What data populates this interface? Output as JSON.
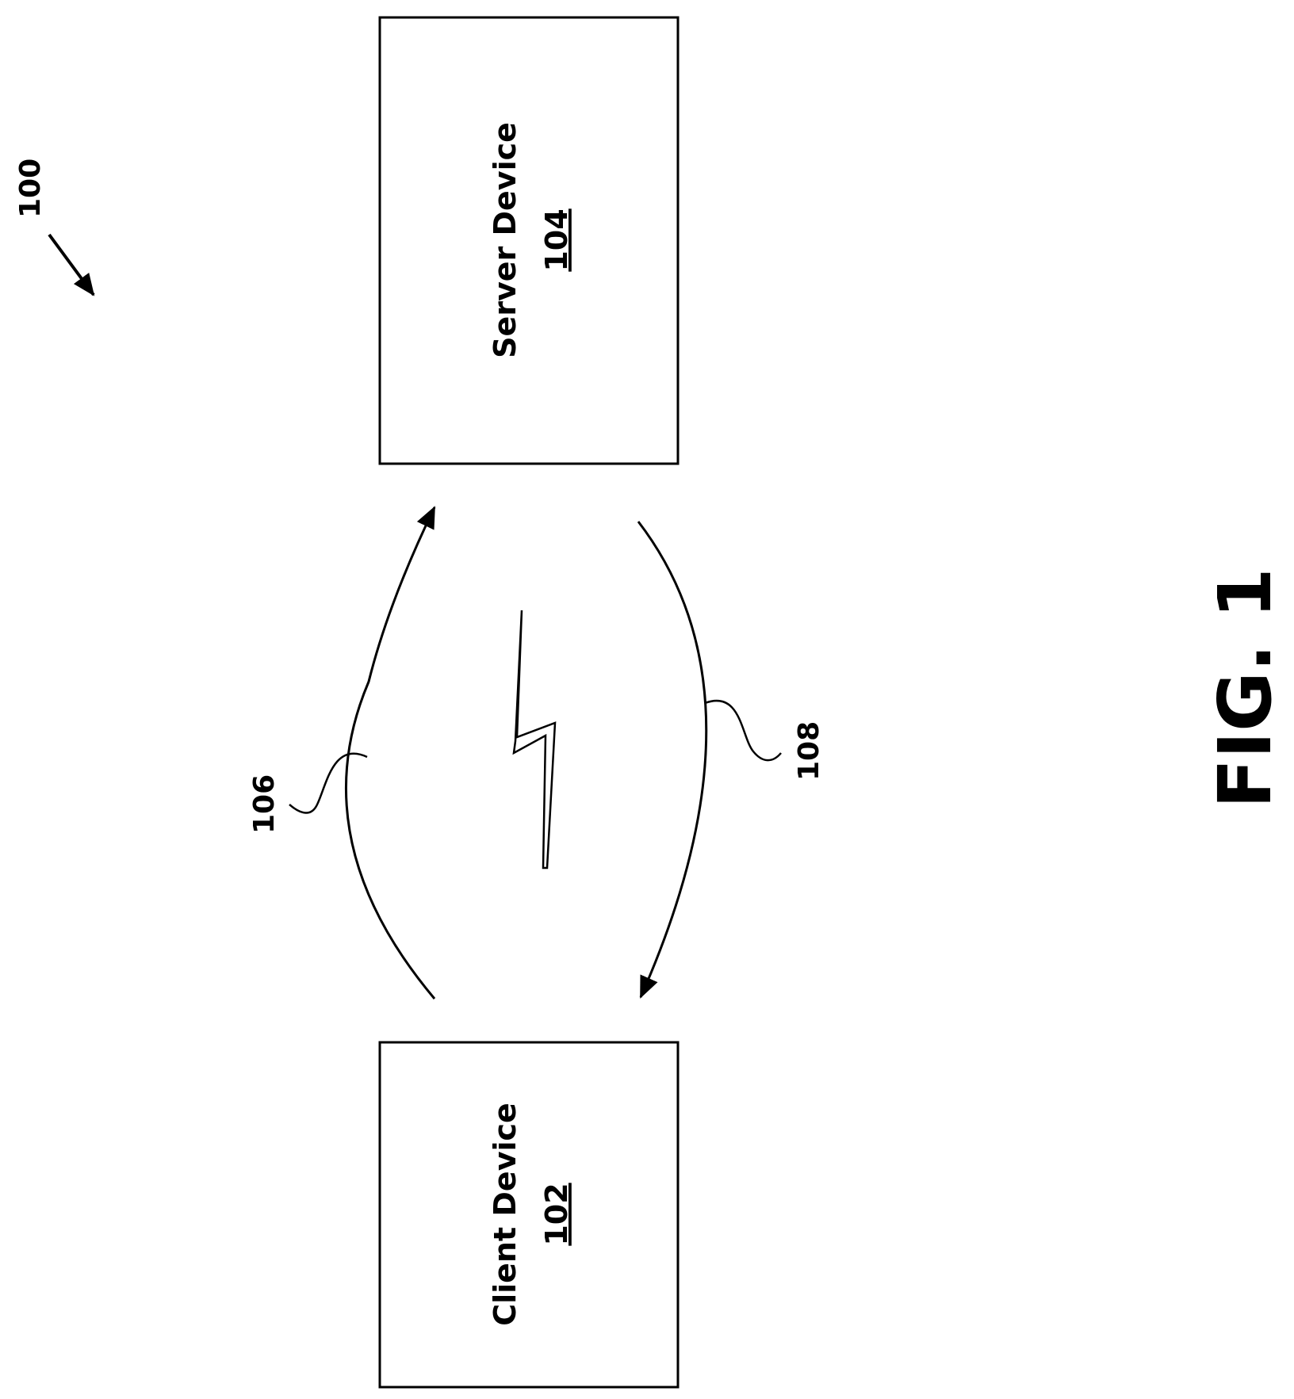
{
  "diagram": {
    "reference": "100",
    "figure_label": "FIG. 1",
    "colors": {
      "stroke": "#000000",
      "background": "#ffffff"
    },
    "nodes": [
      {
        "id": "server",
        "title": "Server Device",
        "ref": "104"
      },
      {
        "id": "client",
        "title": "Client Device",
        "ref": "102"
      }
    ],
    "edges": [
      {
        "id": "request",
        "ref": "106",
        "from": "client",
        "to": "server"
      },
      {
        "id": "response",
        "ref": "108",
        "from": "server",
        "to": "client"
      }
    ],
    "icons": {
      "wireless": "lightning-bolt-icon",
      "reference_pointer": "arrow-icon"
    }
  }
}
